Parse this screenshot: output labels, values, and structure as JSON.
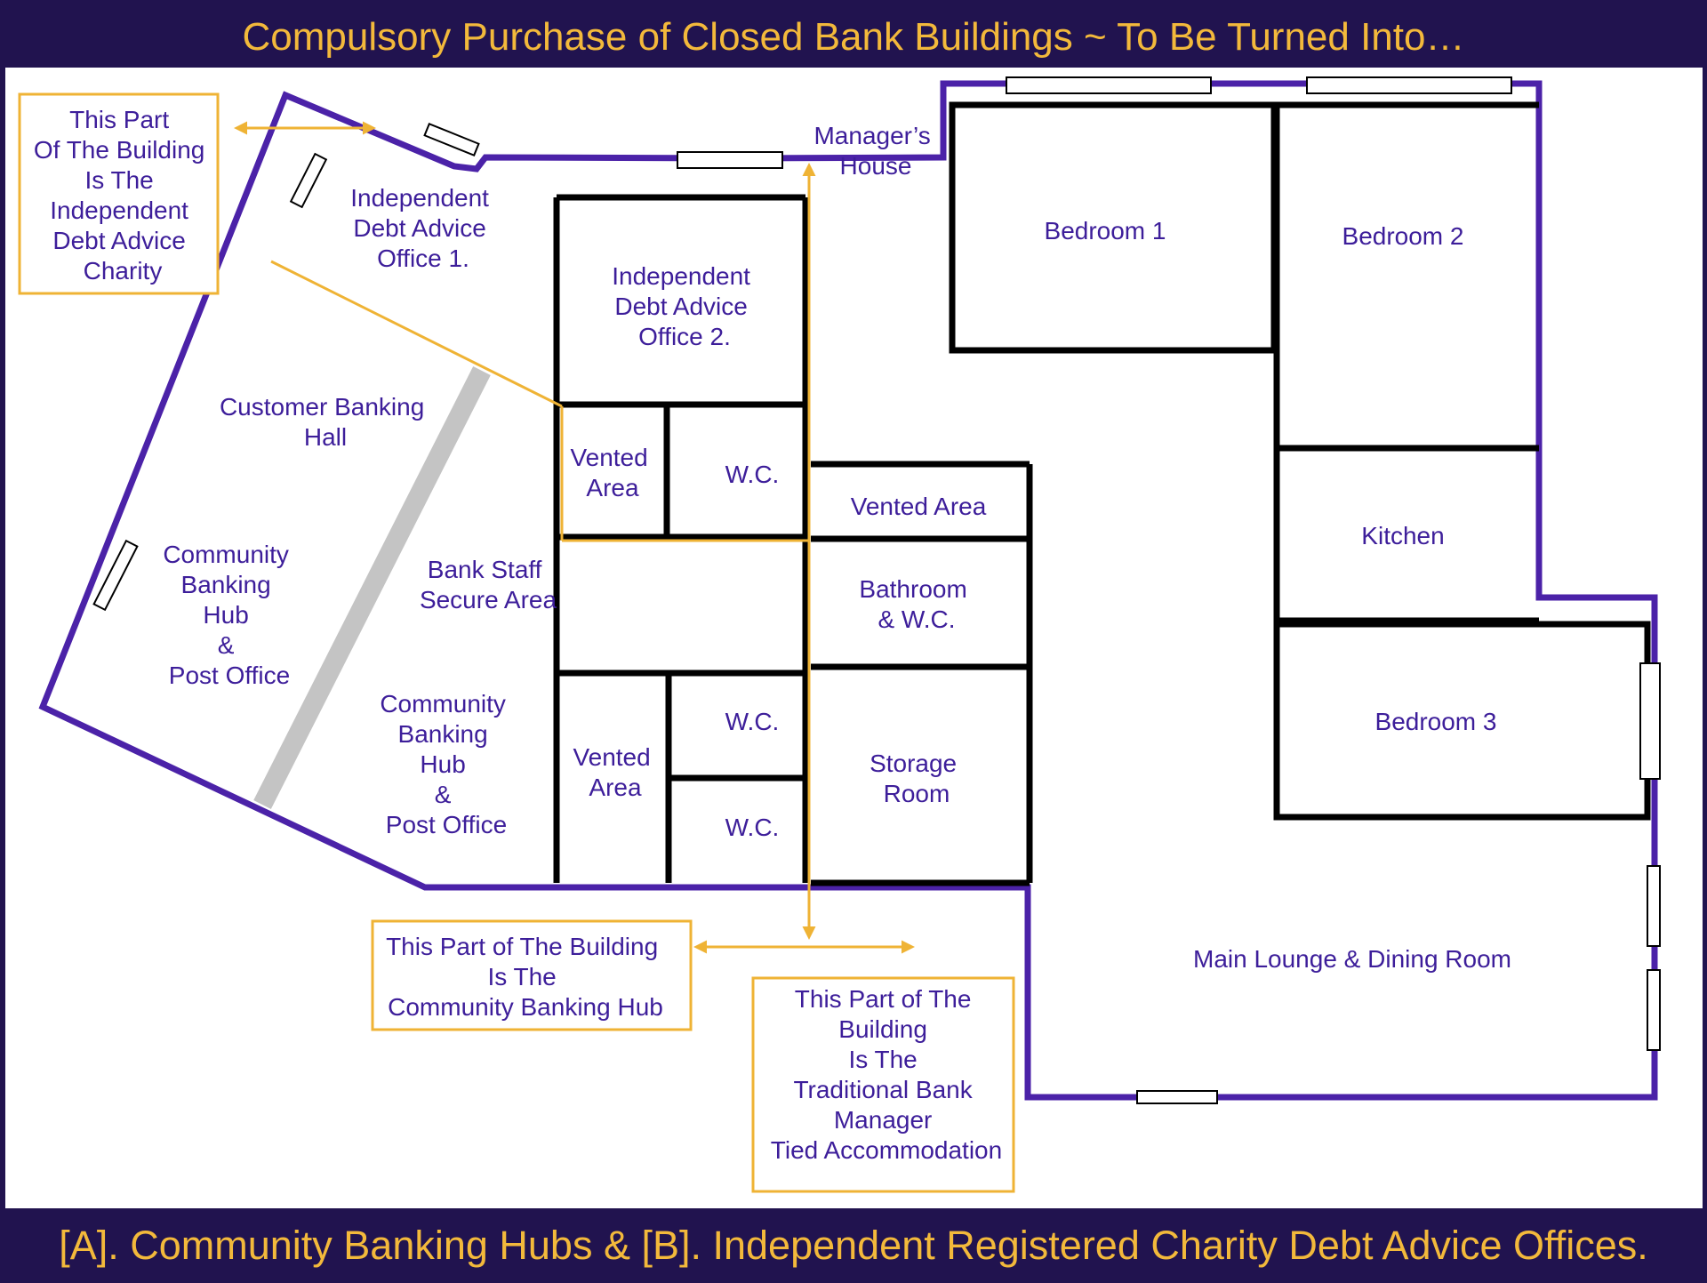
{
  "header": {
    "title": "Compulsory Purchase of Closed Bank Buildings ~ To Be Turned Into…"
  },
  "footer": {
    "caption": "[A]. Community Banking Hubs & [B]. Independent Registered Charity Debt Advice Offices."
  },
  "colors": {
    "background": "#21134f",
    "title_text": "#f3b93b",
    "outer_wall": "#4b22a8",
    "inner_wall": "#000000",
    "room_label": "#3d1e9a",
    "annotation_border": "#efb335",
    "counter": "#c4c4c4",
    "panel": "#ffffff"
  },
  "rooms": {
    "debt_office_1": [
      "Independent",
      "Debt Advice",
      "Office 1."
    ],
    "debt_office_2": [
      "Independent",
      "Debt Advice",
      "Office 2."
    ],
    "customer_hall": [
      "Customer Banking",
      "Hall"
    ],
    "community_hub_left": [
      "Community",
      "Banking",
      "Hub",
      "&",
      "Post Office"
    ],
    "staff_secure": [
      "Bank Staff",
      "Secure Area"
    ],
    "community_hub_center": [
      "Community",
      "Banking",
      "Hub",
      "&",
      "Post Office"
    ],
    "vented_upper": [
      "Vented",
      "Area"
    ],
    "wc_upper": [
      "W.C."
    ],
    "vented_lower": [
      "Vented",
      "Area"
    ],
    "wc_lower_1": [
      "W.C."
    ],
    "wc_lower_2": [
      "W.C."
    ],
    "vented_area_wide": [
      "Vented Area"
    ],
    "bathroom": [
      "Bathroom",
      "& W.C."
    ],
    "storage": [
      "Storage",
      "Room"
    ],
    "managers_house": [
      "Manager’s",
      "House"
    ],
    "bedroom_1": [
      "Bedroom 1"
    ],
    "bedroom_2": [
      "Bedroom 2"
    ],
    "kitchen": [
      "Kitchen"
    ],
    "bedroom_3": [
      "Bedroom 3"
    ],
    "lounge": [
      "Main Lounge & Dining Room"
    ]
  },
  "notes": {
    "charity": [
      "This Part",
      "Of The Building",
      "Is The",
      "Independent",
      "Debt Advice",
      "Charity"
    ],
    "community_hub": [
      "This Part of The Building",
      "Is The",
      "Community Banking Hub"
    ],
    "accommodation": [
      "This Part of The",
      "Building",
      "Is The",
      "Traditional Bank",
      "Manager",
      "Tied Accommodation"
    ]
  }
}
